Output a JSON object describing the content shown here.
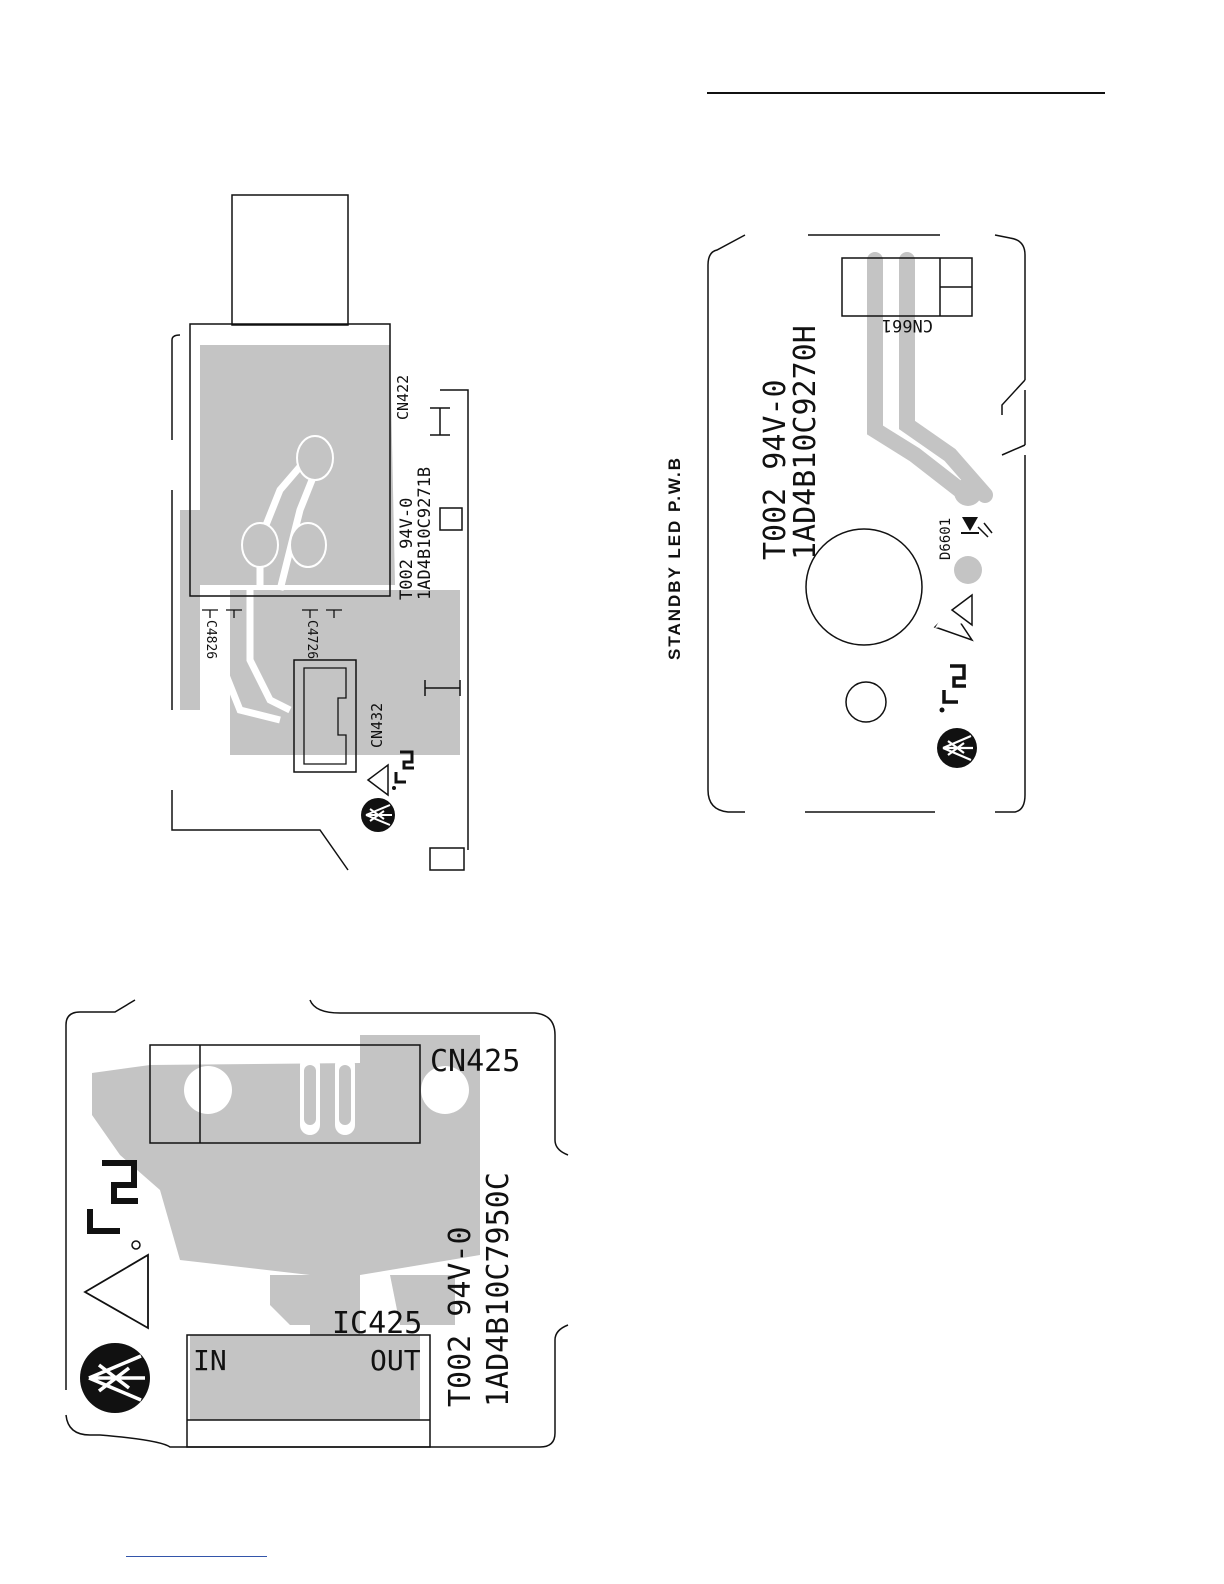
{
  "colors": {
    "copper": "#c4c4c4",
    "ink": "#111111",
    "rule": "#3355aa"
  },
  "board_a": {
    "cn422": "CN422",
    "cn432": "CN432",
    "c4826": "C4826",
    "c4726": "C4726",
    "rating": "T002 94V-0",
    "part_no": "1AD4B10C9271B",
    "marks": [
      "warning-triangle-icon",
      "ul-recognized-icon",
      "manufacturer-logo-icon"
    ]
  },
  "board_b": {
    "title": "STANDBY LED P.W.B",
    "cn661": "CN661",
    "d6601": "D6601",
    "rating": "T002 94V-0",
    "part_no": "1AD4B10C9270H",
    "marks": [
      "led-icon",
      "warning-triangle-icon",
      "ul-recognized-icon",
      "manufacturer-logo-icon"
    ]
  },
  "board_c": {
    "cn425": "CN425",
    "ic425": "IC425",
    "in_label": "IN",
    "out_label": "OUT",
    "rating": "T002 94V-0",
    "part_no": "1AD4B10C7950C",
    "marks": [
      "warning-triangle-icon",
      "ul-recognized-icon",
      "manufacturer-logo-icon"
    ]
  }
}
